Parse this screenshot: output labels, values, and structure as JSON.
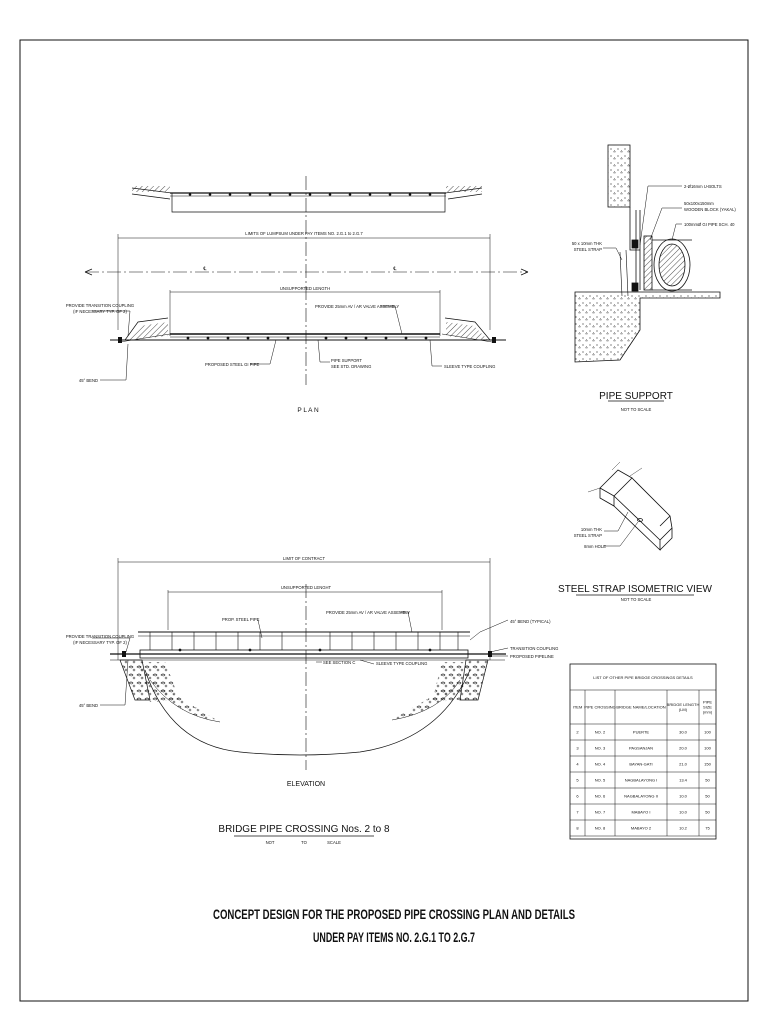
{
  "plan": {
    "view_label": "P L A N",
    "limits": "LIMITS OF LUMPSUM UNDER PAY ITEMS NO. 2.G.1 to 2.G.7",
    "unsupported": "UNSUPPORTED LENGTH",
    "av_valve": "PROVIDE 25mm AV / AR VALVE ASSEMBLY",
    "transition_1": "PROVIDE TRANSITION COUPLING",
    "transition_2": "(IF NECESSARY TYP. OF 2)",
    "bend": "45° BEND",
    "steel_pipe": "PROPOSED STEEL GI PIPE",
    "support_1": "PIPE SUPPORT",
    "support_2": "SEE STD. DRAWING",
    "sleeve": "SLEEVE TYPE COUPLING",
    "cl_mark": "℄"
  },
  "pipe_support": {
    "title": "PIPE SUPPORT",
    "scale": "NOT  TO  SCALE",
    "ubolts": "2-Ø16mm U-BOLTS",
    "wood_1": "50x100x150mm",
    "wood_2": "WOODEN BLOCK (YAKAL)",
    "gi_pipe": "100mmØ GI PIPE SCH. 40",
    "strap_1": "50 x 10mm THK",
    "strap_2": "STEEL STRAP"
  },
  "strap_iso": {
    "title": "STEEL STRAP ISOMETRIC VIEW",
    "scale": "NOT        TO        SCALE",
    "strap_1": "10mm THK",
    "strap_2": "STEEL STRAP",
    "hole": "8mm HOLE"
  },
  "elevation": {
    "view_label": "ELEVATION",
    "limit": "LIMIT OF CONTRACT",
    "unsupported": "UNSUPPORTED LENGHT",
    "steel_pipe": "PROP. STEEL PIPE",
    "av_valve": "PROVIDE 25mm AV / AR VALVE ASSEMBLY",
    "bend_typ": "45° BEND (TYPICAL)",
    "transition_1": "PROVIDE TRANSITION COUPLING",
    "transition_2": "(IF NECESSARY TYP. OF 2)",
    "transition_r": "TRANSITION COUPLING",
    "pipeline": "PROPOSED PIPELINE",
    "bend": "45° BEND",
    "section": "SEE SECTION C",
    "sleeve": "SLEEVE TYPE COUPLING"
  },
  "bridge_title": {
    "title": "BRIDGE PIPE CROSSING Nos. 2 to 8",
    "not": "NOT",
    "to": "TO",
    "scale": "SCALE"
  },
  "table": {
    "title": "LIST OF OTHER PIPE BRIDGE CROSSINGS DETAILS",
    "headers": [
      "ITEM",
      "PIPE CROSSING",
      "BRIDGE NAME/LOCATION",
      "BRIDGE LENGTH (LM)",
      "PIPE SIZE (mm)"
    ],
    "rows": [
      [
        "2",
        "NO. 2",
        "PUERTE",
        "30.0",
        "100"
      ],
      [
        "3",
        "NO. 3",
        "PAGSANJAN",
        "20.0",
        "100"
      ],
      [
        "4",
        "NO. 4",
        "BAYAN-GATI",
        "21.0",
        "150"
      ],
      [
        "5",
        "NO. 5",
        "NAGBALAYONG I",
        "13.4",
        "50"
      ],
      [
        "6",
        "NO. 6",
        "NAGBALAYONG II",
        "10.0",
        "50"
      ],
      [
        "7",
        "NO. 7",
        "MABAYO I",
        "10.0",
        "50"
      ],
      [
        "8",
        "NO. 8",
        "MABAYO 2",
        "10.2",
        "75"
      ]
    ]
  },
  "sheet_title": {
    "line1": "CONCEPT DESIGN FOR THE PROPOSED PIPE CROSSING  PLAN AND DETAILS",
    "line2": "UNDER PAY ITEMS NO. 2.G.1 TO 2.G.7"
  }
}
